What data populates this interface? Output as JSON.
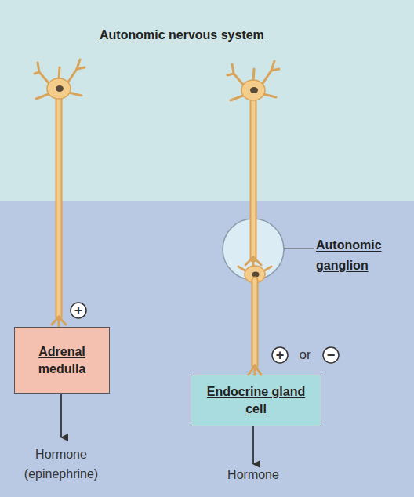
{
  "diagram": {
    "title": "Autonomic nervous system",
    "nodes": [
      {
        "text": [
          "Adrenal medulla"
        ]
      },
      {
        "text": [
          "Autonomic ganglion"
        ]
      },
      {
        "text": [
          "Endocrine gland cell"
        ]
      }
    ],
    "edges": [
      {
        "from": 1,
        "to": 2,
        "arrow": "none"
      }
    ],
    "labels": [
      "+",
      "+",
      "or",
      "−",
      "Hormone (epinephrine)",
      "Hormone"
    ]
  }
}
